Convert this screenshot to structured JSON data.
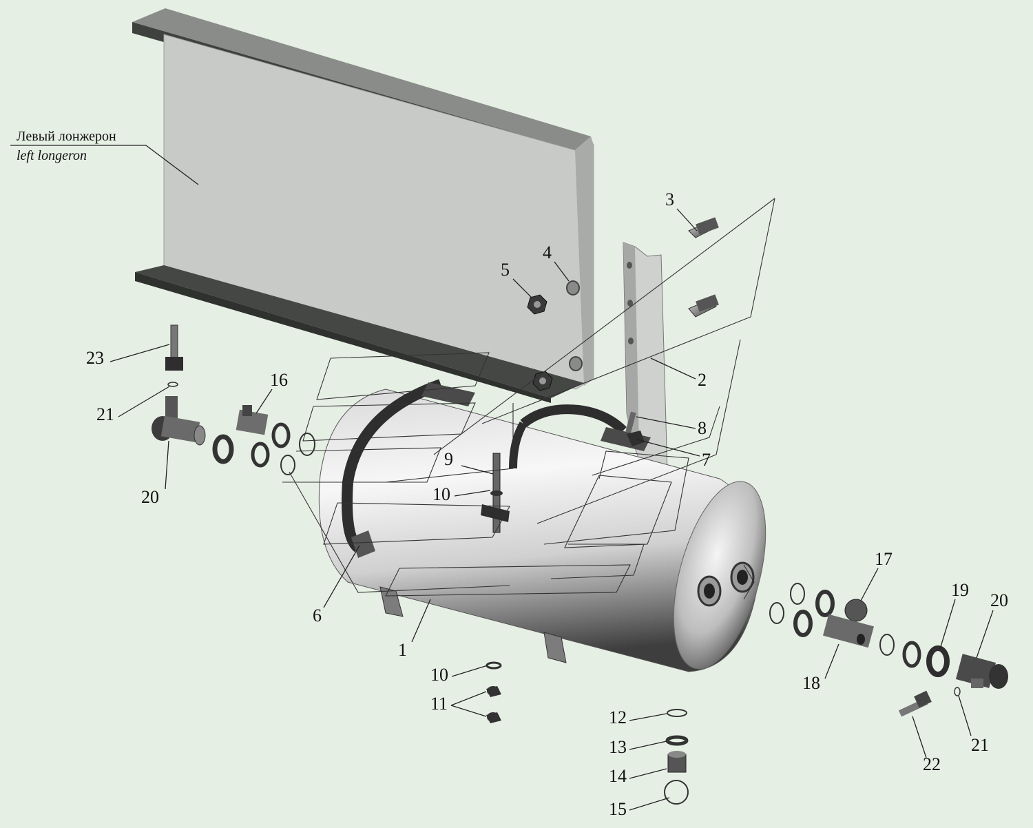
{
  "caption": {
    "line_ru": "Левый лонжерон",
    "line_en": "left longeron"
  },
  "callouts": [
    "1",
    "2",
    "3",
    "4",
    "5",
    "6",
    "7",
    "8",
    "9",
    "10",
    "10",
    "11",
    "12",
    "13",
    "14",
    "15",
    "16",
    "17",
    "18",
    "19",
    "20",
    "20",
    "21",
    "21",
    "22",
    "23"
  ],
  "colors": {
    "background": "#e6efe4",
    "longeron": "#c9cbc9",
    "longeron_dark": "#5a5d5a",
    "tank_light": "#f4f4f4",
    "tank_dark": "#5c5c5c",
    "fitting": "#666666"
  }
}
